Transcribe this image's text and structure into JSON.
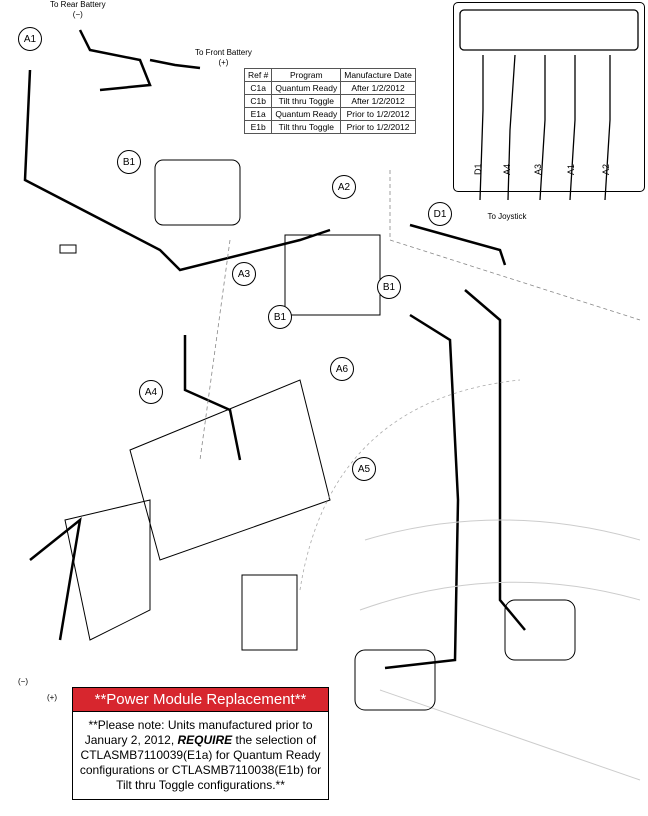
{
  "labels": {
    "rear_battery": "To Rear Battery",
    "rear_battery_sign": "(−)",
    "front_battery": "To Front Battery",
    "front_battery_sign": "(+)",
    "joystick": "To Joystick",
    "small_minus": "(−)",
    "small_plus": "(+)"
  },
  "callouts": {
    "a1": "A1",
    "b1_left": "B1",
    "a2": "A2",
    "d1": "D1",
    "a3": "A3",
    "b1_right": "B1",
    "b1_bottom": "B1",
    "a6": "A6",
    "a4": "A4",
    "a5": "A5"
  },
  "inset_labels": [
    "D1",
    "A4",
    "A3",
    "A1",
    "A2"
  ],
  "ref_table": {
    "headers": [
      "Ref #",
      "Program",
      "Manufacture Date"
    ],
    "rows": [
      [
        "C1a",
        "Quantum Ready",
        "After 1/2/2012"
      ],
      [
        "C1b",
        "Tilt thru Toggle",
        "After 1/2/2012"
      ],
      [
        "E1a",
        "Quantum Ready",
        "Prior to 1/2/2012"
      ],
      [
        "E1b",
        "Tilt thru Toggle",
        "Prior to 1/2/2012"
      ]
    ]
  },
  "notice": {
    "title": "**Power Module Replacement**",
    "line1": "**Please note: Units manufactured prior to January 2, 2012,",
    "emphasis": "REQUIRE",
    "line2": "the selection of CTLASMB7110039(E1a) for Quantum Ready configurations or CTLASMB7110038(E1b) for Tilt thru Toggle configurations.**"
  },
  "colors": {
    "notice_red": "#d7262e"
  }
}
